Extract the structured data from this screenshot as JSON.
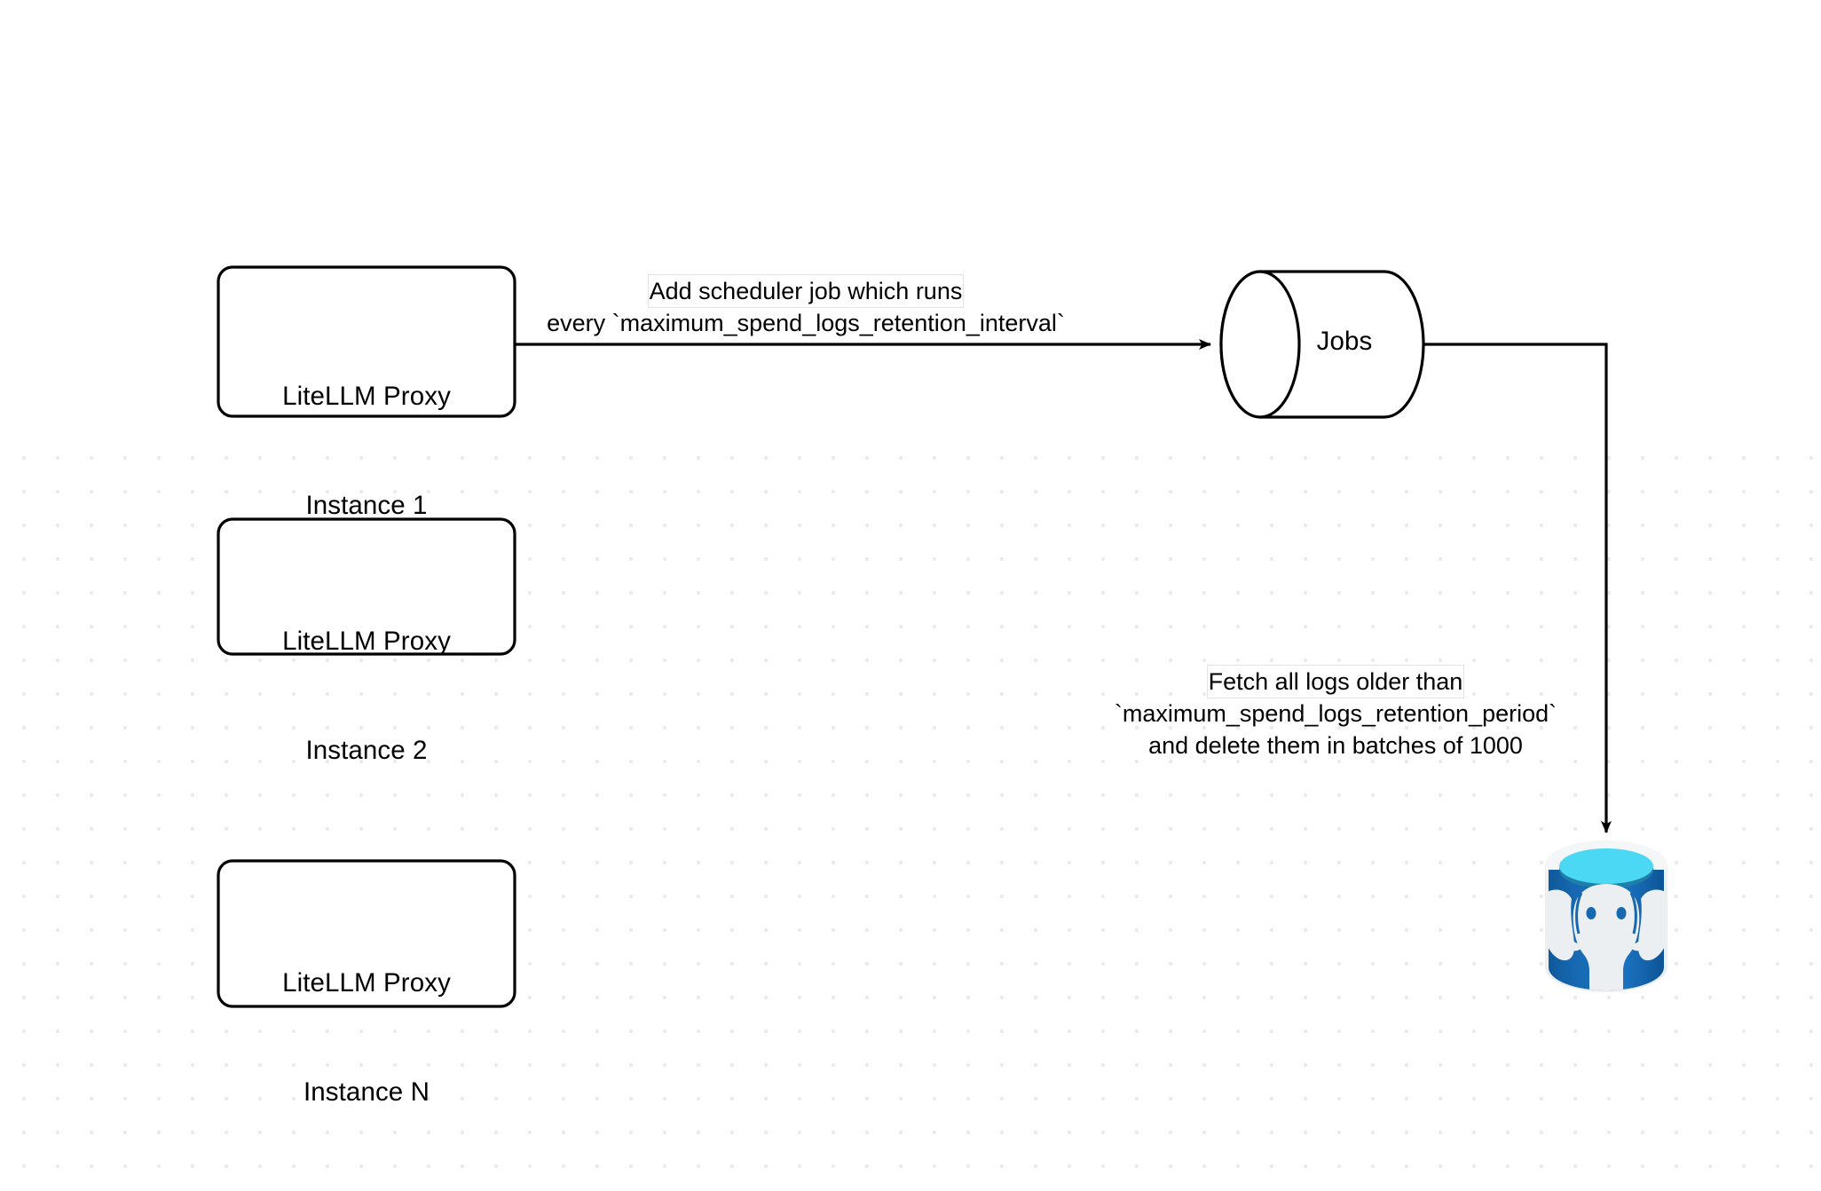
{
  "diagram": {
    "title": "LiteLLM spend logs retention scheduler flow",
    "background_color": "#ffffff",
    "grid_dot_color": "#ebebeb",
    "stroke_color": "#000000"
  },
  "nodes": {
    "proxy_instances": [
      {
        "name": "proxy-instance-1",
        "line1": "LiteLLM Proxy",
        "line2": "Instance 1"
      },
      {
        "name": "proxy-instance-2",
        "line1": "LiteLLM Proxy",
        "line2": "Instance 2"
      },
      {
        "name": "proxy-instance-n",
        "line1": "LiteLLM Proxy",
        "line2": "Instance N"
      }
    ],
    "jobs_store": {
      "label": "Jobs",
      "shape": "cylinder"
    },
    "database": {
      "label": "",
      "icon": "postgresql-database-icon",
      "colors": {
        "body": "#1668b0",
        "body_dark": "#0f599b",
        "rim": "#eceff1",
        "top": "#4ad8f5",
        "top_shadow": "#1e7fa8",
        "elephant": "#eceff1"
      }
    }
  },
  "edges": [
    {
      "name": "edge-proxy-to-jobs",
      "from": "proxy-instance-1",
      "to": "jobs-store",
      "label_lines": [
        "Add scheduler job which runs",
        "every `maximum_spend_logs_retention_interval`"
      ],
      "highlight_line_index": 0,
      "highlight_text": "Add scheduler"
    },
    {
      "name": "edge-jobs-to-database",
      "from": "jobs-store",
      "to": "database",
      "label_lines": [
        "Fetch all logs older than",
        "`maximum_spend_logs_retention_period`",
        "and delete them in batches of 1000"
      ],
      "highlight_line_index": 0,
      "highlight_text": "Fetch all logs older than"
    }
  ]
}
